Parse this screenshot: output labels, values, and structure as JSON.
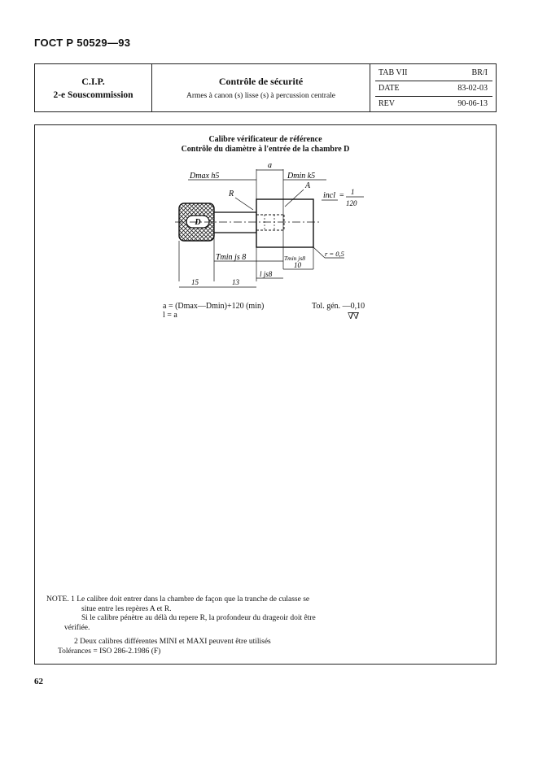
{
  "header": {
    "doc_code": "ГОСТ Р 50529—93",
    "left_line1": "C.I.P.",
    "left_line2": "2-e Souscommission",
    "title": "Contrôle de sécurité",
    "subtitle": "Armes à canon (s) lisse (s) à percussion centrale",
    "tab_label": "TAB VII",
    "tab_value": "BR/I",
    "date_label": "DATE",
    "date_value": "83-02-03",
    "rev_label": "REV",
    "rev_value": "90-06-13"
  },
  "figure": {
    "caption_line1": "Calibre vérificateur de référence",
    "caption_line2": "Contrôle du diamètre à l'entrée de la chambre D",
    "labels": {
      "a": "a",
      "dmax": "Dmax  h5",
      "dmin": "Dmin k5",
      "r": "R",
      "a_mark": "A",
      "incl": "incl",
      "incl_eq": "=",
      "incl_num": "1",
      "incl_den": "120",
      "d": "D",
      "r05": "r = 0,5",
      "tmin_js8": "Tmin js 8",
      "tmin_js8_small": "Tmin js8",
      "ten": "10",
      "l_js8": "l js8",
      "fifteen": "15",
      "thirteen": "13"
    },
    "formula_line1": "a = (Dmax—Dmin)+120 (min)",
    "formula_line2": "l = a",
    "tolerance": "Tol. gén. —0,10",
    "finish_symbol": "∇∇"
  },
  "notes": {
    "n1a": "NOTE. 1  Le calibre doit entrer dans la chambre de façon que la tranche de culasse se",
    "n1b": "situe  entre  les  repères  A  et  R.",
    "n1c": "Si le calibre pénètre au délà du repere R, la profondeur du drageoir doit être",
    "n1d": "vérifiée.",
    "n2": "2  Deux calibres différentes MINI et MAXI peuvent être utilisés",
    "n3": "Tolérances = ISO 286-2.1986 (F)"
  },
  "page_number": "62"
}
